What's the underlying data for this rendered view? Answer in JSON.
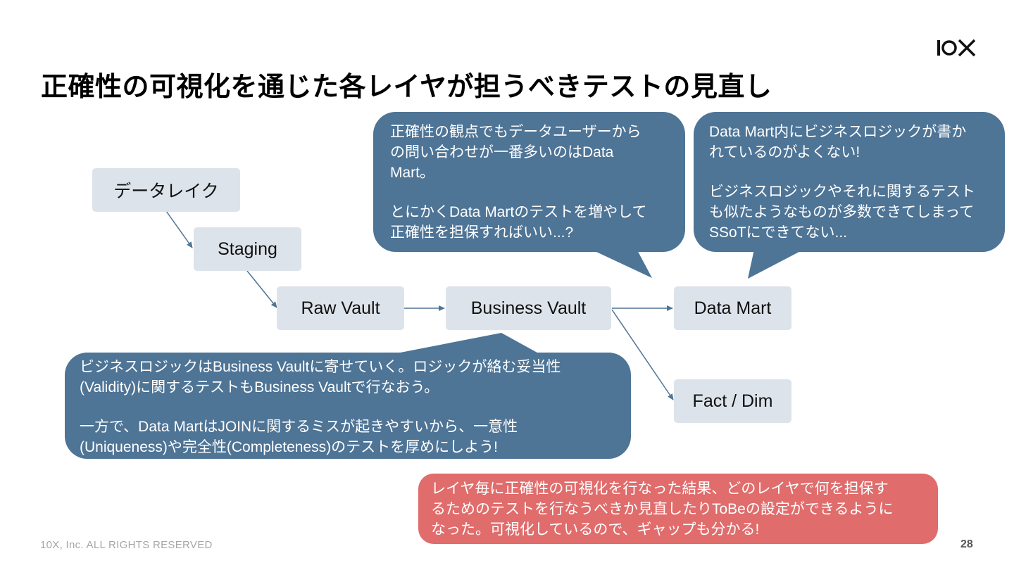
{
  "logo_text": "10X",
  "title": "正確性の可視化を通じた各レイヤが担うべきテストの見直し",
  "nodes": {
    "data_lake": "データレイク",
    "staging": "Staging",
    "raw_vault": "Raw Vault",
    "business_vault": "Business Vault",
    "data_mart": "Data Mart",
    "fact_dim": "Fact / Dim"
  },
  "callouts": {
    "data_mart_concern": {
      "p1": "正確性の観点でもデータユーザーから\nの問い合わせが一番多いのはData\nMart。",
      "p2": "とにかくData Martのテストを増やして\n正確性を担保すればいい...?"
    },
    "data_mart_logic": {
      "p1": "Data Mart内にビジネスロジックが書か\nれているのがよくない!",
      "p2": "ビジネスロジックやそれに関するテスト\nも似たようなものが多数できてしまって\nSSoTにできてない..."
    },
    "business_vault_plan": {
      "p1": "ビジネスロジックはBusiness Vaultに寄せていく。ロジックが絡む妥当性\n(Validity)に関するテストもBusiness Vaultで行なおう。",
      "p2": "一方で、Data MartはJOINに関するミスが起きやすいから、一意性\n(Uniqueness)や完全性(Completeness)のテストを厚めにしよう!"
    },
    "conclusion": "レイヤ毎に正確性の可視化を行なった結果、どのレイヤで何を担保す\nるためのテストを行なうべきか見直したりToBeの設定ができるように\nなった。可視化しているので、ギャップも分かる!"
  },
  "colors": {
    "node_fill": "#dde3ea",
    "callout_blue": "#4e7496",
    "callout_red": "#e06c6c",
    "arrow": "#4e7496"
  },
  "footer": {
    "copyright": "10X, Inc. ALL RIGHTS RESERVED",
    "page_number": "28"
  }
}
